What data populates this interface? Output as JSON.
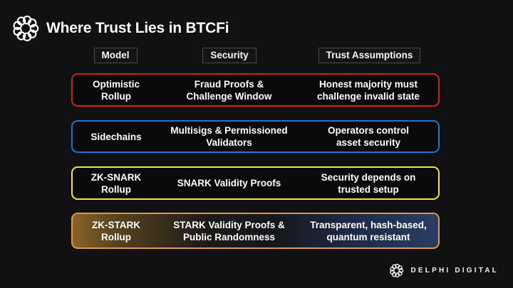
{
  "slide": {
    "title": "Where Trust Lies in BTCFi"
  },
  "columns": [
    {
      "label": "Model"
    },
    {
      "label": "Security"
    },
    {
      "label": "Trust Assumptions"
    }
  ],
  "rows": [
    {
      "model": "Optimistic\nRollup",
      "security": "Fraud Proofs &\nChallenge Window",
      "trust": "Honest majority must\nchallenge invalid state",
      "accent": "#d02127"
    },
    {
      "model": "Sidechains",
      "security": "Multisigs & Permissioned\nValidators",
      "trust": "Operators control\nasset security",
      "accent": "#1c76d2"
    },
    {
      "model": "ZK-SNARK\nRollup",
      "security": "SNARK Validity Proofs",
      "trust": "Security depends on\ntrusted setup",
      "accent": "#f2e83c"
    },
    {
      "model": "ZK-STARK\nRollup",
      "security": "STARK Validity Proofs &\nPublic Randomness",
      "trust": "Transparent, hash-based,\nquantum resistant",
      "accent": "#dd9a45"
    }
  ],
  "footer": {
    "brand": "DELPHI DIGITAL"
  },
  "icons": {
    "header_logo": "delphi-chain-ring",
    "footer_logo": "delphi-chain-ring"
  },
  "colors": {
    "background": "#111114",
    "row_background": "#0a0a0c",
    "header_chip_border": "#4b4b4f",
    "row4_gradient_left": "#8a6228",
    "row4_gradient_right": "#2b3d63",
    "text": "#ffffff"
  }
}
